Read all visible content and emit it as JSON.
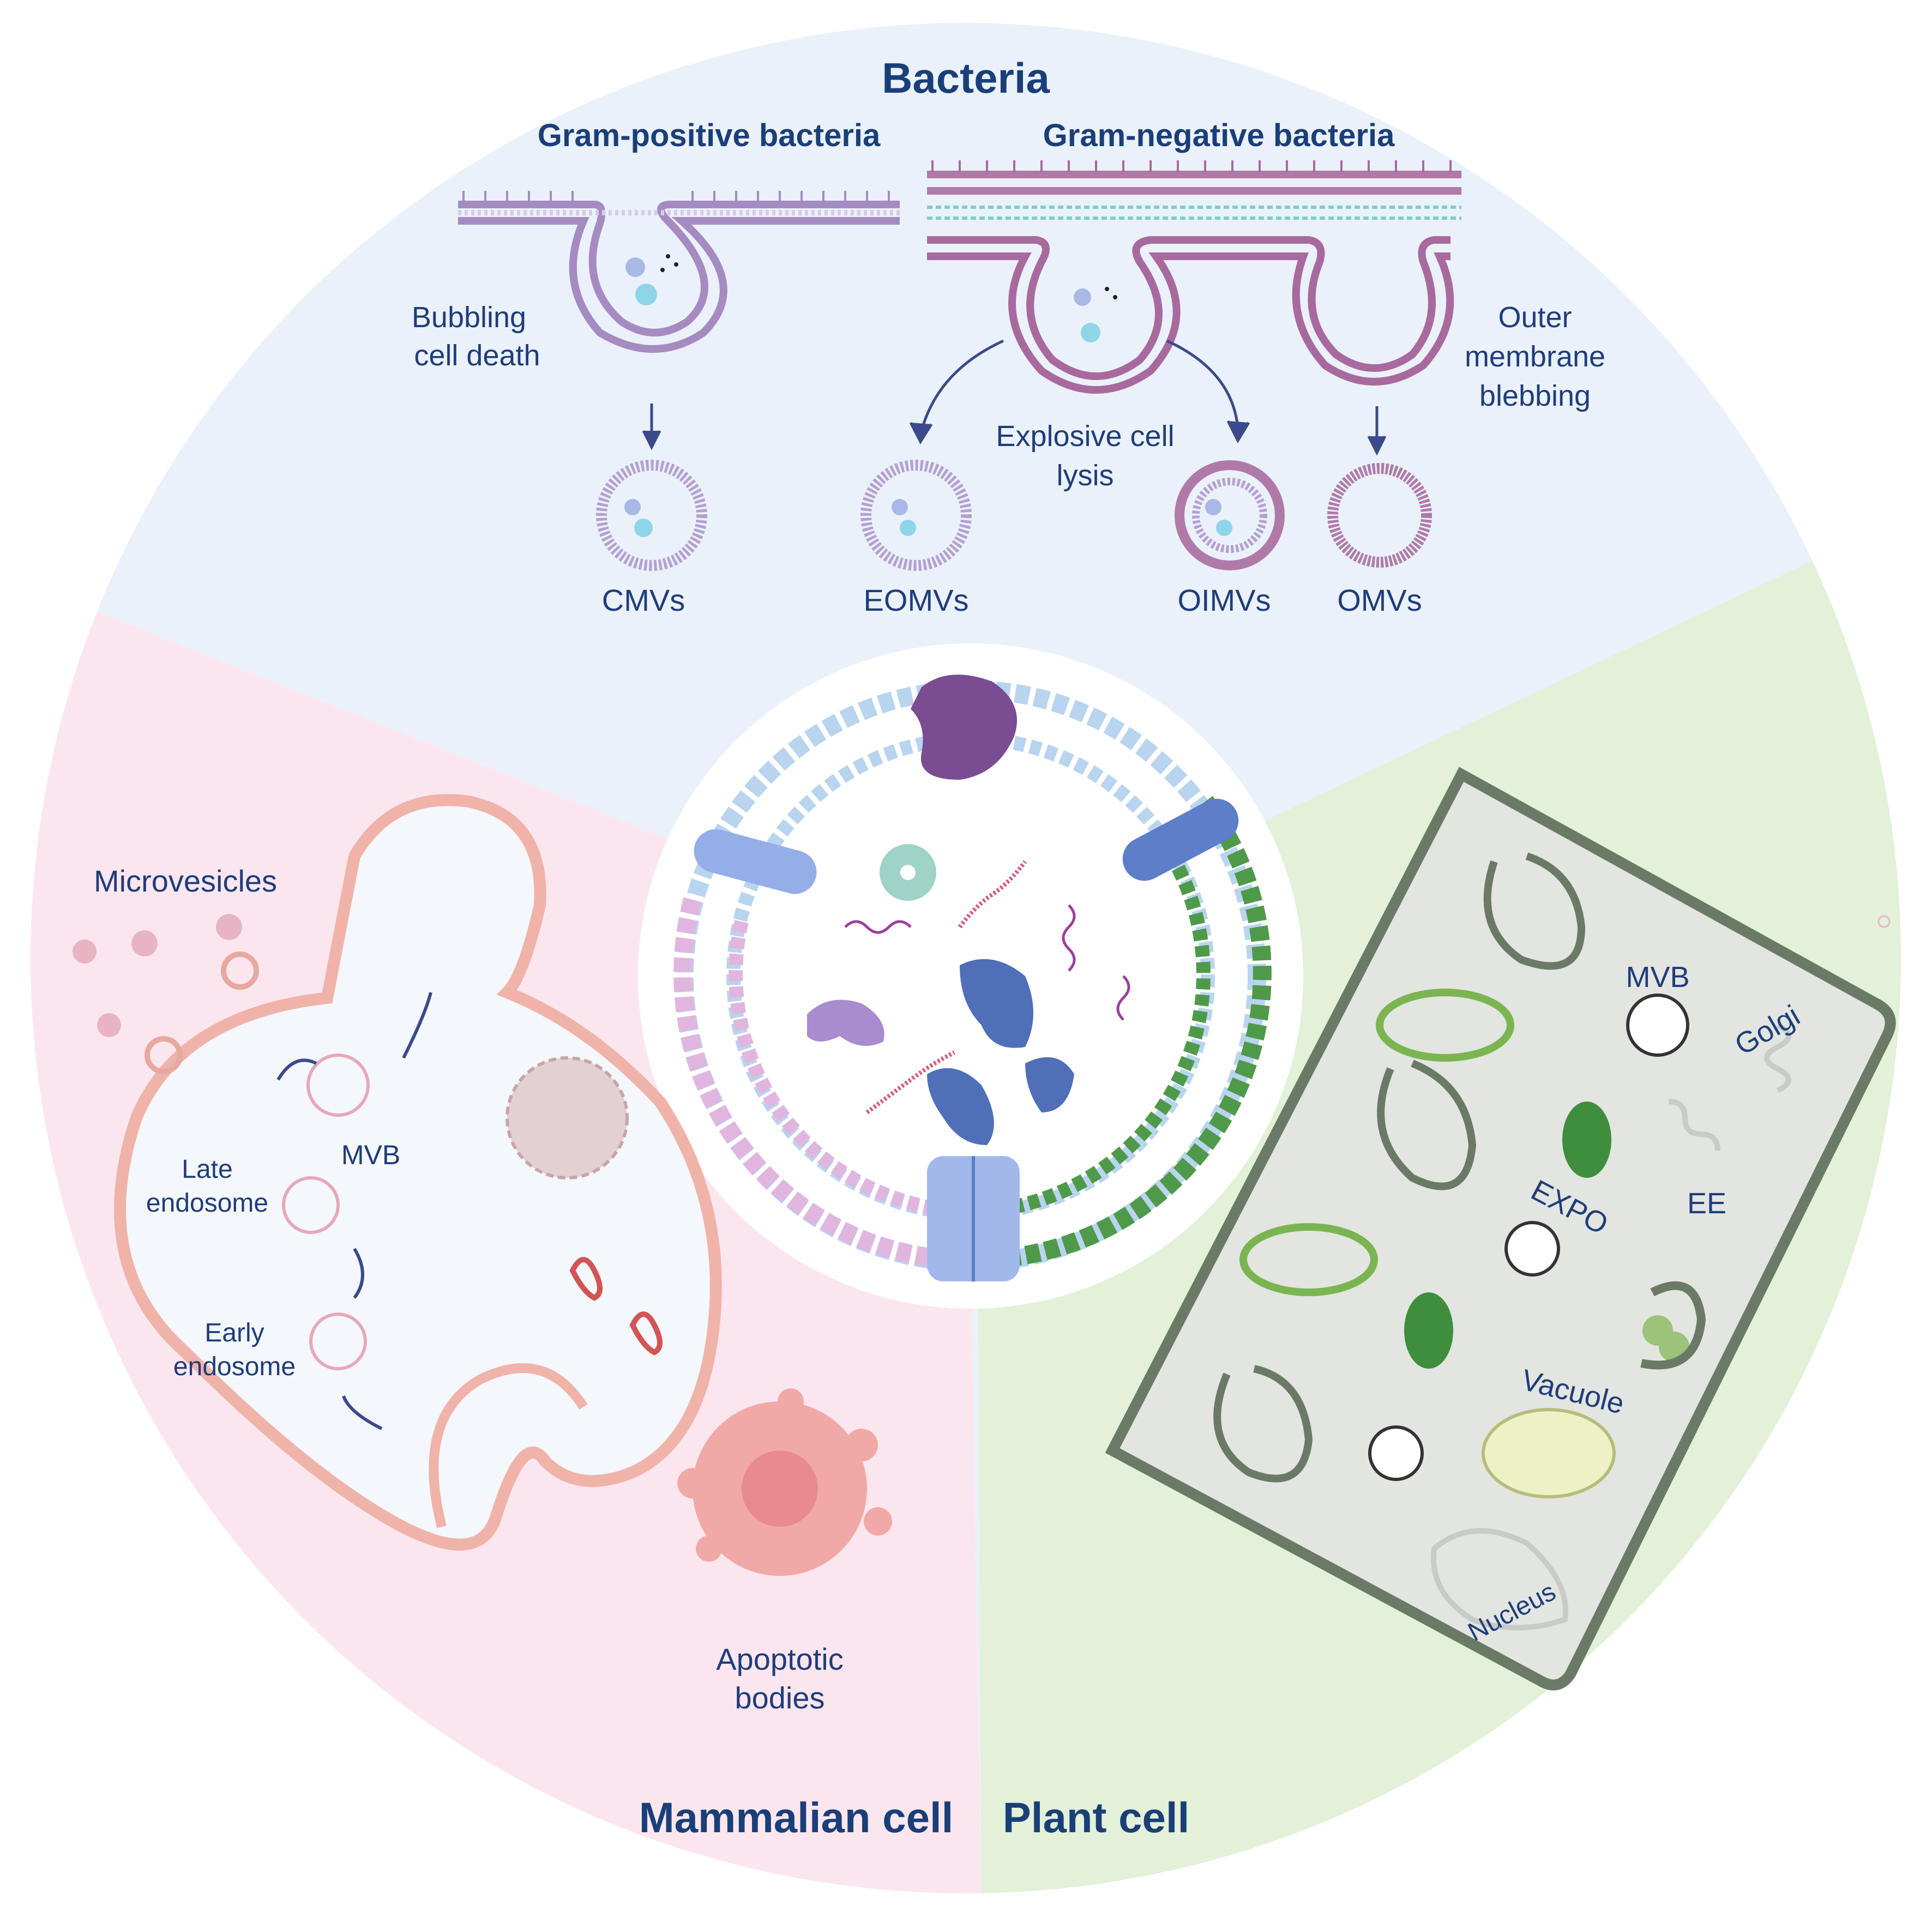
{
  "sections": {
    "bacteria": {
      "title": "Bacteria",
      "gram_positive": "Gram-positive bacteria",
      "gram_negative": "Gram-negative bacteria",
      "bubbling": [
        "Bubbling",
        "cell death"
      ],
      "explosive": [
        "Explosive cell",
        "lysis"
      ],
      "outer_blebbing": [
        "Outer",
        "membrane",
        "blebbing"
      ],
      "vesicles": [
        "CMVs",
        "EOMVs",
        "OIMVs",
        "OMVs"
      ]
    },
    "mammalian": {
      "title": "Mammalian cell",
      "microvesicles": "Microvesicles",
      "mvb": "MVB",
      "late_endosome": [
        "Late",
        "endosome"
      ],
      "early_endosome": [
        "Early",
        "endosome"
      ],
      "apoptotic": [
        "Apoptotic",
        "bodies"
      ]
    },
    "plant": {
      "title": "Plant cell",
      "mvb": "MVB",
      "golgi": "Golgi",
      "ee": "EE",
      "expo": "EXPO",
      "vacuole": "Vacuole",
      "nucleus": "Nucleus"
    }
  },
  "colors": {
    "bacteria_bg": "#eaf1fa",
    "mammalian_bg": "#fbe6ef",
    "plant_bg": "#e2f1d8",
    "text": "#1f3d7a",
    "membrane_purple": "#9a7bb8",
    "membrane_green": "#4d8f47",
    "plant_wall": "#6b7a66"
  }
}
